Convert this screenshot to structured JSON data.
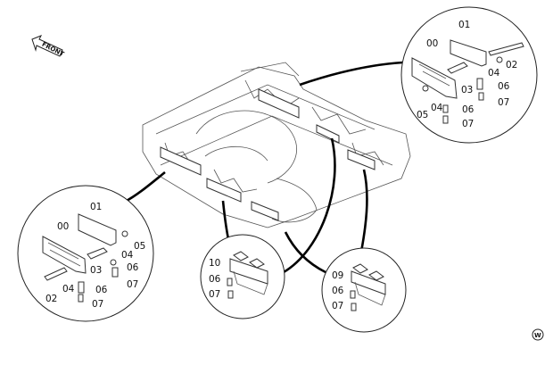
{
  "diagram": {
    "front_label": "FRONT",
    "watermark": "W",
    "callouts": {
      "top_right": [
        "01",
        "00",
        "02",
        "04",
        "03",
        "06",
        "07",
        "04",
        "06",
        "05",
        "07"
      ],
      "bottom_left": [
        "01",
        "00",
        "05",
        "04",
        "06",
        "03",
        "07",
        "02",
        "04",
        "06",
        "07"
      ],
      "bottom_mid": [
        "10",
        "06",
        "07"
      ],
      "bottom_right": [
        "09",
        "06",
        "07"
      ]
    }
  }
}
